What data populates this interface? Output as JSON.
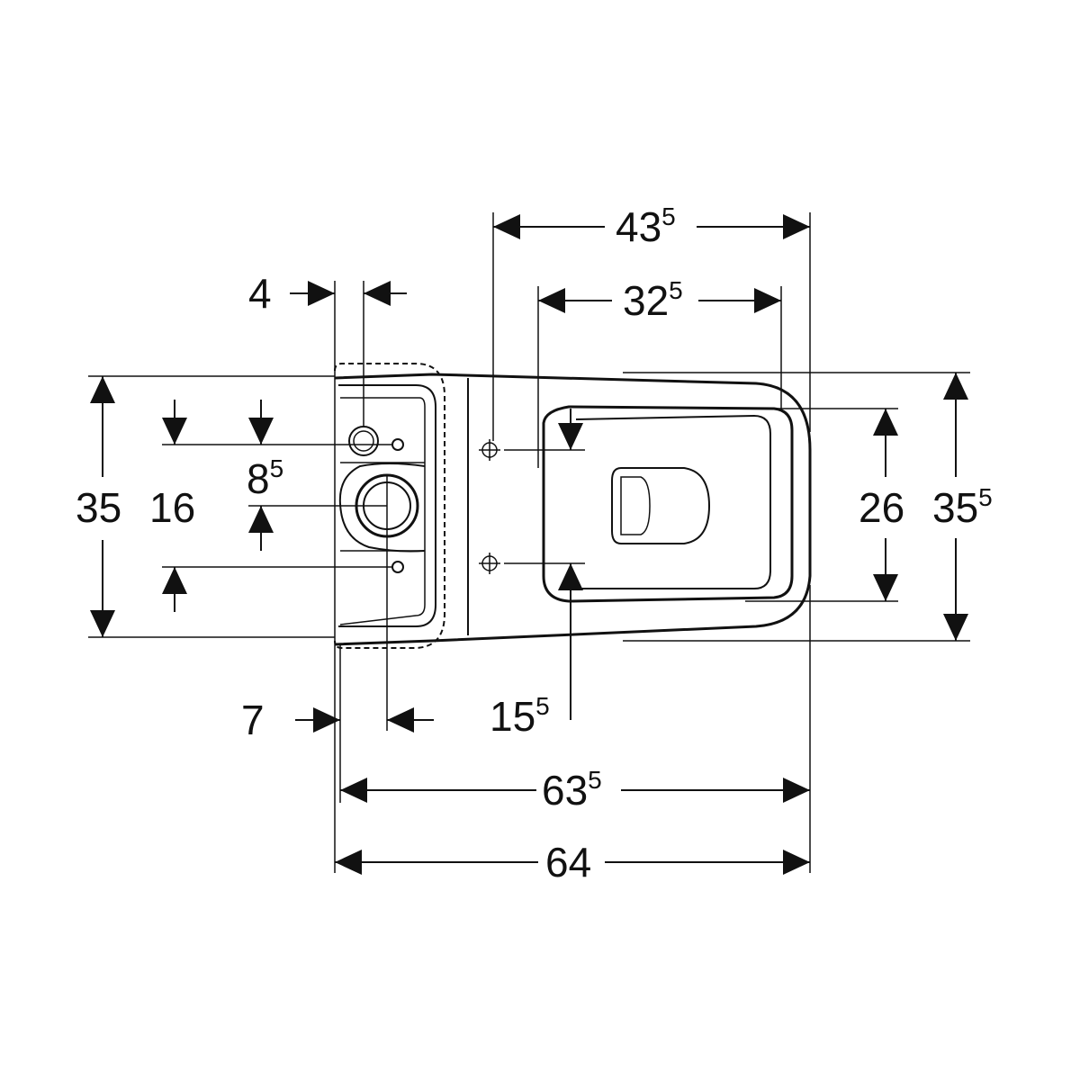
{
  "dimensions": {
    "top_outer": {
      "main": "43",
      "sup": "5"
    },
    "top_inner": {
      "main": "32",
      "sup": "5"
    },
    "left_4": {
      "main": "4"
    },
    "left_7": {
      "main": "7"
    },
    "height_35": {
      "main": "35"
    },
    "height_16": {
      "main": "16"
    },
    "offset_85": {
      "main": "8",
      "sup": "5"
    },
    "seat_26": {
      "main": "26"
    },
    "height_355": {
      "main": "35",
      "sup": "5"
    },
    "fix_155": {
      "main": "15",
      "sup": "5"
    },
    "length_635": {
      "main": "63",
      "sup": "5"
    },
    "length_64": {
      "main": "64"
    }
  }
}
